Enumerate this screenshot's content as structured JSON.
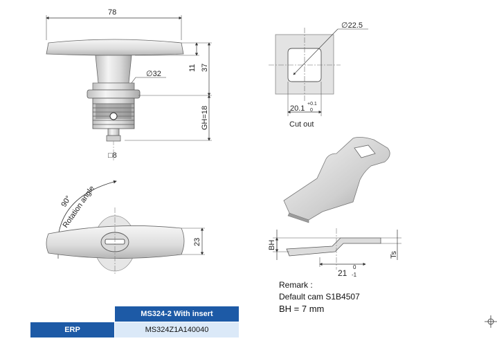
{
  "dimensions": {
    "width_78": "78",
    "height_11": "11",
    "height_37": "37",
    "dia_32": "∅32",
    "gh_18": "GH=18",
    "square_8": "□8",
    "dia_22_5": "∅22.5",
    "cut_20_1": "20.1",
    "tol_plus": "+0.1",
    "tol_zero": "0",
    "height_23": "23",
    "bh": "BH",
    "ts": "Ts",
    "dist_21": "21",
    "tol21_top": "0",
    "tol21_bottom": "-1"
  },
  "labels": {
    "cut_out": "Cut out",
    "angle_90": "90°",
    "rotation_angle": "Rotation angle"
  },
  "remark": {
    "title": "Remark :",
    "default_cam": "Default cam S1B4507",
    "bh_value": "BH = 7 mm"
  },
  "table": {
    "header": "MS324-2 With insert",
    "row_label": "ERP",
    "row_value": "MS324Z1A140040"
  },
  "colors": {
    "table_header": "#1d5aa6",
    "table_value_bg": "#dbe9f8",
    "metal_light": "#f2f2f2",
    "metal_mid": "#d4d4d4",
    "cut_out_fill": "#e3e3e3"
  },
  "icons": [
    "crosshair-icon"
  ]
}
